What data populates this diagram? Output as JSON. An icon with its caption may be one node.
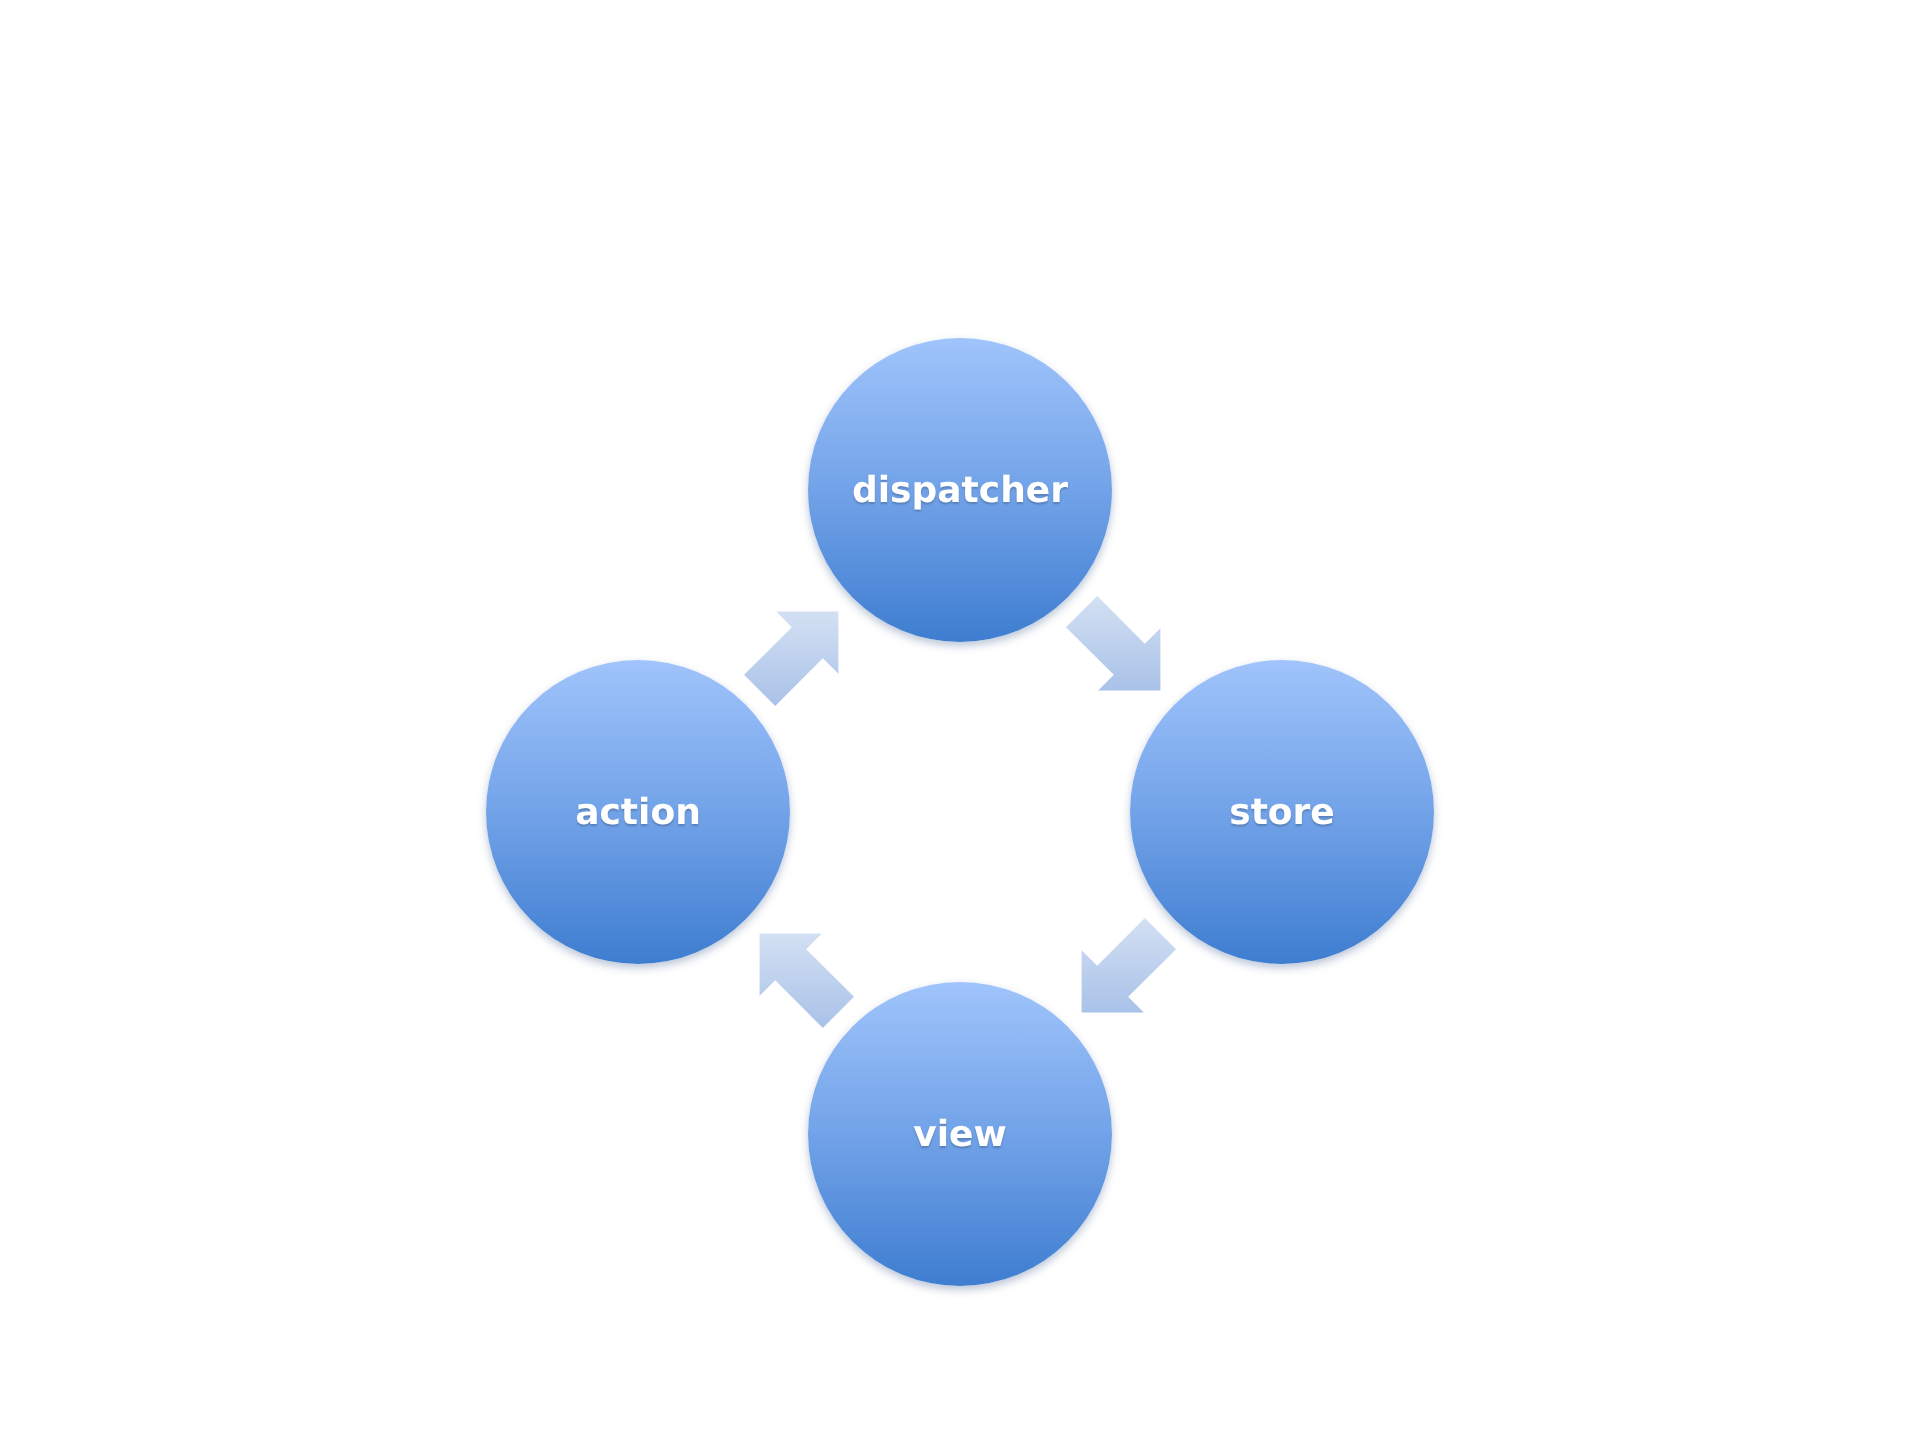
{
  "diagram": {
    "nodes": [
      {
        "text": [
          "dispatcher"
        ]
      },
      {
        "text": [
          "store"
        ]
      },
      {
        "text": [
          "view"
        ]
      },
      {
        "text": [
          "action"
        ]
      }
    ],
    "edges": [
      {
        "from": 0,
        "to": 1,
        "arrow": "to"
      },
      {
        "from": 1,
        "to": 2,
        "arrow": "to"
      },
      {
        "from": 2,
        "to": 3,
        "arrow": "to"
      },
      {
        "from": 3,
        "to": 0,
        "arrow": "to"
      }
    ]
  }
}
